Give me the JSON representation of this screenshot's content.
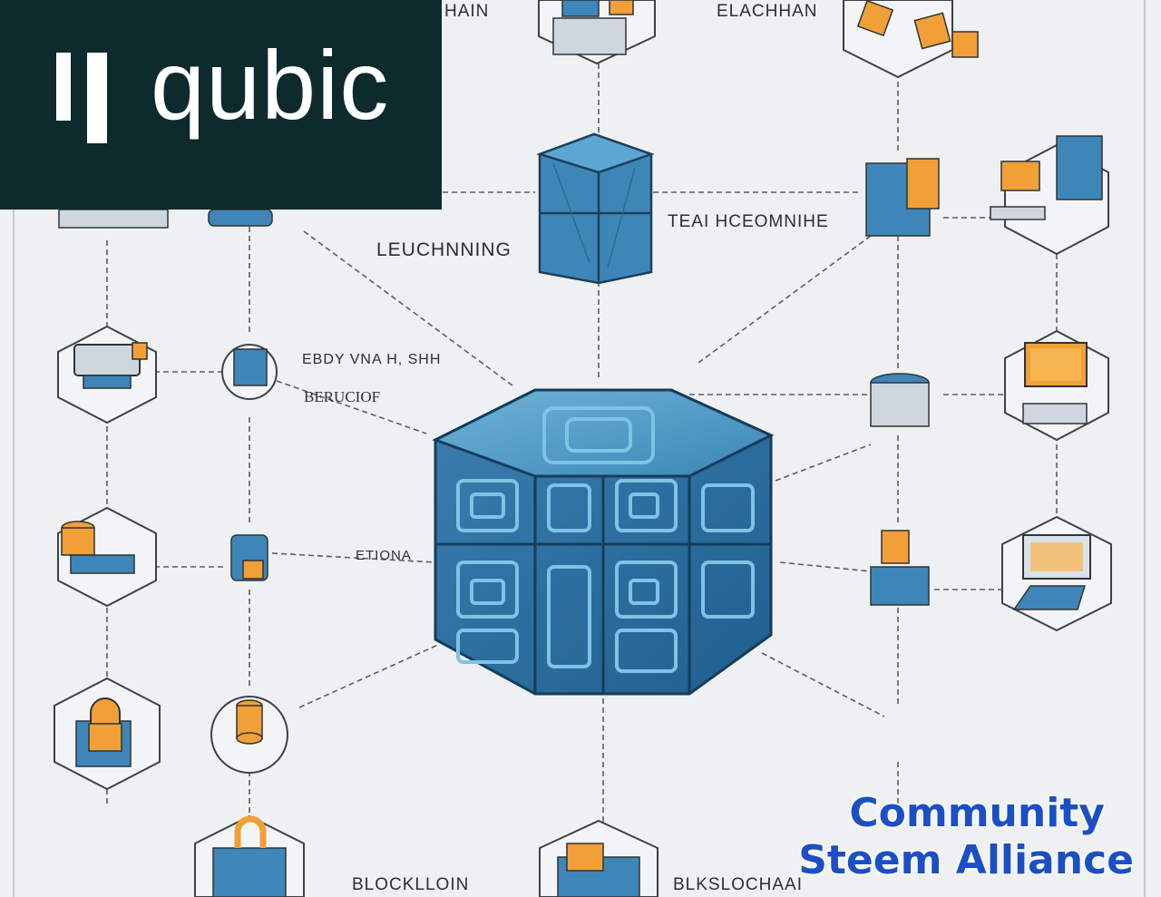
{
  "logo": {
    "text": "qubic"
  },
  "diagram_labels": {
    "top_left": "HAIN",
    "top_right": "ELACHHAN",
    "left_upper": "LEUCHNNING",
    "center_upper": "TEAI HCEOMNIHE",
    "left_mid_1": "EBDY VNA H, SHH",
    "left_mid_2": "BERUCIOF",
    "left_lower": "ETIONA",
    "bottom_left": "BLOCKLLOIN",
    "bottom_right": "BLKSLOCHAAI"
  },
  "overlay": {
    "line1": "Community",
    "line2": "Steem Alliance"
  },
  "colors": {
    "background": "#eef0f1",
    "logo_panel": "#0d2a2c",
    "cube_blue": "#3f86b8",
    "accent_orange": "#f0a036",
    "overlay_text": "#1c4fc4"
  }
}
